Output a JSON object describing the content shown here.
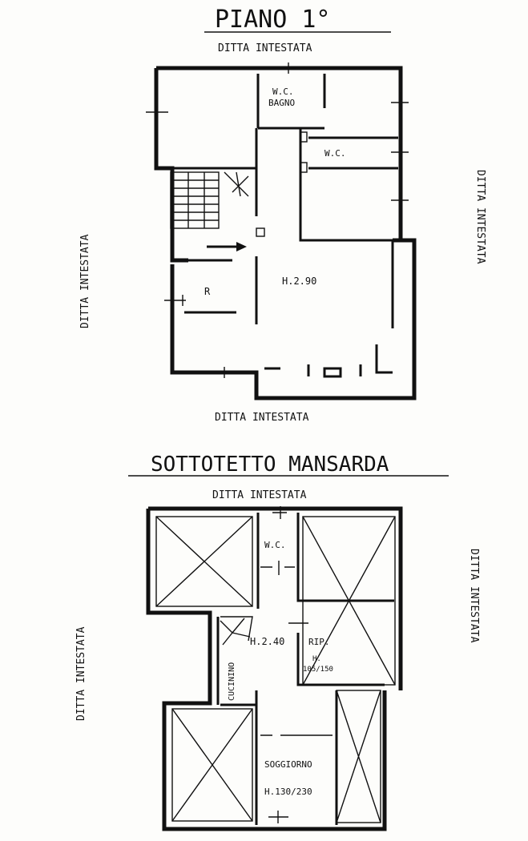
{
  "plan_1": {
    "title": "PIANO 1°",
    "neighbor_top": "DITTA INTESTATA",
    "neighbor_left": "DITTA INTESTATA",
    "neighbor_right": "DITTA INTESTATA",
    "neighbor_bottom": "DITTA INTESTATA",
    "rooms": {
      "bagno_line1": "W.C.",
      "bagno_line2": "BAGNO",
      "wc": "W.C.",
      "r": "R",
      "height": "H.2.90"
    }
  },
  "plan_2": {
    "title": "SOTTOTETTO MANSARDA",
    "neighbor_top": "DITTA INTESTATA",
    "neighbor_left": "DITTA INTESTATA",
    "neighbor_right": "DITTA INTESTATA",
    "rooms": {
      "wc": "W.C.",
      "height": "H.2.40",
      "rip": "RIP.",
      "rip_h": "H.",
      "rip_height": "105/150",
      "cucinino": "CUCININO",
      "soggiorno": "SOGGIORNO",
      "soggiorno_height": "H.130/230"
    }
  }
}
